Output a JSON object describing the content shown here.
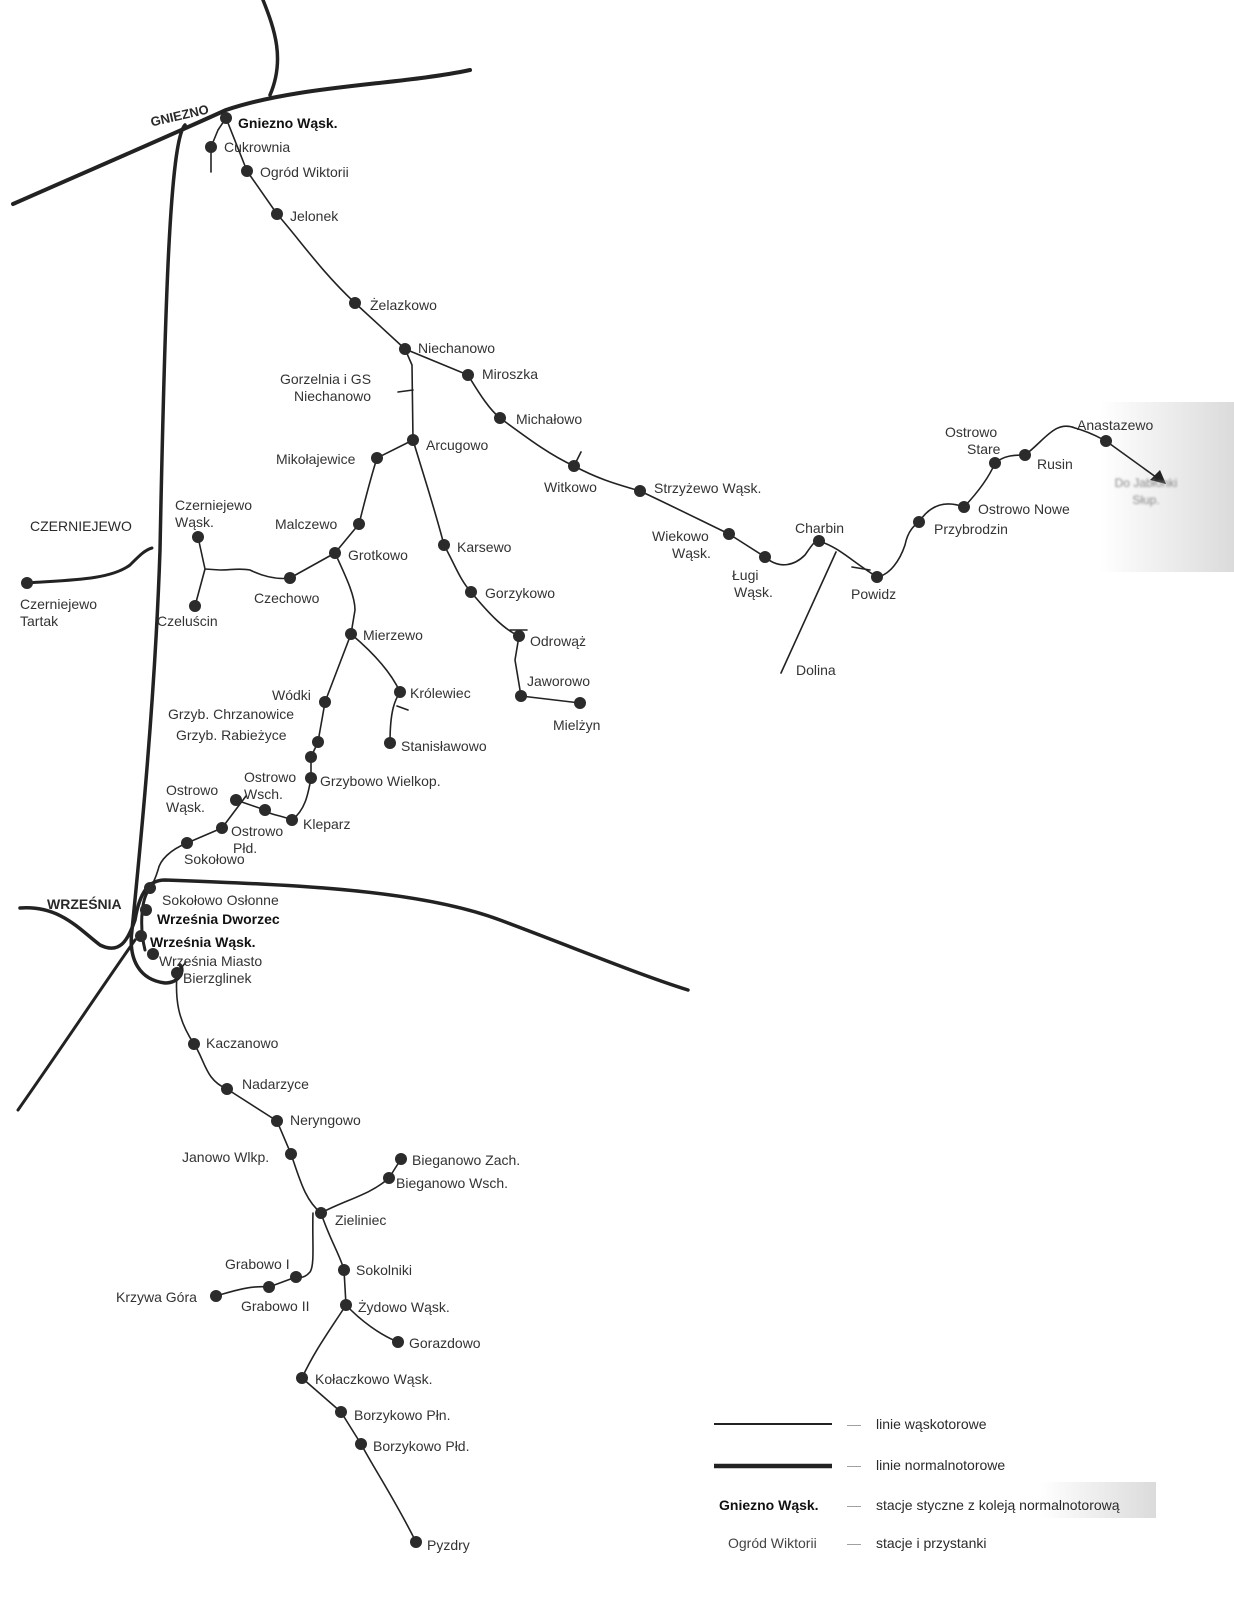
{
  "title": "Sieć kolei wąskotorowej Gniezno – Września – Powidz",
  "towns": [
    "GNIEZNO",
    "CZERNIEJEWO",
    "WRZEŚNIA"
  ],
  "direction_note": "Do Jabłonki Słup.",
  "stations": [
    {
      "name": "Gniezno Wąsk.",
      "type": "junction"
    },
    {
      "name": "Cukrownia",
      "type": "stop"
    },
    {
      "name": "Ogród Wiktorii",
      "type": "stop"
    },
    {
      "name": "Jelonek",
      "type": "stop"
    },
    {
      "name": "Żelazkowo",
      "type": "stop"
    },
    {
      "name": "Niechanowo",
      "type": "stop"
    },
    {
      "name": "Miroszka",
      "type": "stop"
    },
    {
      "name": "Gorzelnia i GS",
      "line2": "Niechanowo",
      "type": "siding"
    },
    {
      "name": "Michałowo",
      "type": "stop"
    },
    {
      "name": "Arcugowo",
      "type": "stop"
    },
    {
      "name": "Witkowo",
      "type": "stop"
    },
    {
      "name": "Strzyżewo Wąsk.",
      "type": "stop"
    },
    {
      "name": "Wiekowo",
      "line2": "Wąsk.",
      "type": "stop"
    },
    {
      "name": "Ługi",
      "line2": "Wąsk.",
      "type": "stop"
    },
    {
      "name": "Charbin",
      "type": "stop"
    },
    {
      "name": "Powidz",
      "type": "stop"
    },
    {
      "name": "Dolina",
      "type": "siding"
    },
    {
      "name": "Przybrodzin",
      "type": "stop"
    },
    {
      "name": "Ostrowo Nowe",
      "type": "stop"
    },
    {
      "name": "Ostrowo",
      "line2": "Stare",
      "type": "stop"
    },
    {
      "name": "Rusin",
      "type": "stop"
    },
    {
      "name": "Anastazewo",
      "type": "stop"
    },
    {
      "name": "Mikołajewice",
      "type": "stop"
    },
    {
      "name": "Malczewo",
      "type": "stop"
    },
    {
      "name": "Grotkowo",
      "type": "stop"
    },
    {
      "name": "Karsewo",
      "type": "stop"
    },
    {
      "name": "Czerniejewo",
      "line2": "Wąsk.",
      "type": "stop"
    },
    {
      "name": "Czeluścin",
      "type": "stop"
    },
    {
      "name": "Czechowo",
      "type": "stop"
    },
    {
      "name": "Gorzykowo",
      "type": "stop"
    },
    {
      "name": "Odrowąż",
      "type": "stop"
    },
    {
      "name": "Mierzewo",
      "type": "stop"
    },
    {
      "name": "Jaworowo",
      "type": "stop"
    },
    {
      "name": "Mielżyn",
      "type": "stop"
    },
    {
      "name": "Królewiec",
      "type": "stop"
    },
    {
      "name": "Wódki",
      "type": "stop"
    },
    {
      "name": "Stanisławowo",
      "type": "stop"
    },
    {
      "name": "Grzyb. Chrzanowice",
      "type": "stop"
    },
    {
      "name": "Grzyb. Rabieżyce",
      "type": "stop"
    },
    {
      "name": "Grzybowo Wielkop.",
      "type": "stop"
    },
    {
      "name": "Ostrowo",
      "line2": "Wsch.",
      "type": "stop"
    },
    {
      "name": "Ostrowo",
      "line2": "Wąsk.",
      "type": "stop"
    },
    {
      "name": "Kleparz",
      "type": "stop"
    },
    {
      "name": "Ostrowo",
      "line2": "Płd.",
      "type": "stop"
    },
    {
      "name": "Sokołowo",
      "type": "stop"
    },
    {
      "name": "Sokołowo Osłonne",
      "type": "stop"
    },
    {
      "name": "Września Dworzec",
      "type": "junction"
    },
    {
      "name": "Września Wąsk.",
      "type": "junction"
    },
    {
      "name": "Września Miasto",
      "type": "stop"
    },
    {
      "name": "Bierzglinek",
      "type": "stop"
    },
    {
      "name": "Kaczanowo",
      "type": "stop"
    },
    {
      "name": "Nadarzyce",
      "type": "stop"
    },
    {
      "name": "Neryngowo",
      "type": "stop"
    },
    {
      "name": "Janowo Wlkp.",
      "type": "stop"
    },
    {
      "name": "Bieganowo Zach.",
      "type": "stop"
    },
    {
      "name": "Bieganowo Wsch.",
      "type": "stop"
    },
    {
      "name": "Zieliniec",
      "type": "stop"
    },
    {
      "name": "Grabowo I",
      "type": "stop"
    },
    {
      "name": "Sokolniki",
      "type": "stop"
    },
    {
      "name": "Krzywa Góra",
      "type": "stop"
    },
    {
      "name": "Grabowo II",
      "type": "stop"
    },
    {
      "name": "Żydowo Wąsk.",
      "type": "stop"
    },
    {
      "name": "Gorazdowo",
      "type": "stop"
    },
    {
      "name": "Kołaczkowo Wąsk.",
      "type": "stop"
    },
    {
      "name": "Borzykowo Płn.",
      "type": "stop"
    },
    {
      "name": "Borzykowo Płd.",
      "type": "stop"
    },
    {
      "name": "Pyzdry",
      "type": "stop"
    },
    {
      "name": "Czerniejewo",
      "line2": "Tartak",
      "type": "stop"
    }
  ],
  "legend": {
    "narrow_gauge": "linie wąskotorowe",
    "standard_gauge": "linie normalnotorowe",
    "junction_sample": "Gniezno Wąsk.",
    "junction_desc": "stacje styczne z koleją normalnotorową",
    "stop_sample": "Ogród Wiktorii",
    "stop_desc": "stacje i przystanki",
    "dash": "—"
  },
  "colors": {
    "line": "#222222",
    "dot": "#2b2b2b",
    "text": "#333333"
  }
}
